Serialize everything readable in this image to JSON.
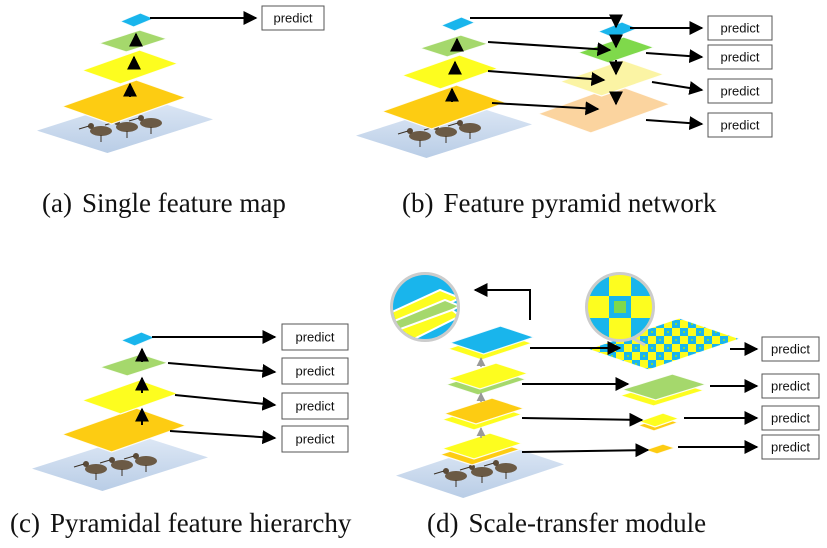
{
  "predict_label": "predict",
  "colors": {
    "blue": "#19b5ec",
    "green": "#a5d86c",
    "bright_green": "#7fd94b",
    "yellow": "#fdfd1f",
    "orange": "#fdcc12",
    "pale_yellow": "#fbf4a4",
    "peach": "#fbd49f",
    "arrow": "#000000"
  },
  "panels": [
    {
      "id": "a",
      "label": "(a)",
      "caption": "Single feature map",
      "predict_count": 1
    },
    {
      "id": "b",
      "label": "(b)",
      "caption": "Feature pyramid network",
      "predict_count": 4
    },
    {
      "id": "c",
      "label": "(c)",
      "caption": "Pyramidal feature hierarchy",
      "predict_count": 4
    },
    {
      "id": "d",
      "label": "(d)",
      "caption": "Scale-transfer module",
      "predict_count": 4
    }
  ]
}
